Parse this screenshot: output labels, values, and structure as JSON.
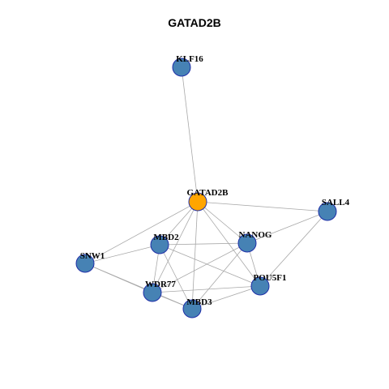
{
  "title": "GATAD2B",
  "colors": {
    "node_fill": "#4682b4",
    "node_stroke": "#1f2fa8",
    "center_fill": "#ffa500",
    "center_stroke": "#555555",
    "edge": "#a8a8a8"
  },
  "graph": {
    "center_node": "GATAD2B",
    "nodes": [
      "KLF16",
      "GATAD2B",
      "SALL4",
      "MBD2",
      "NANOG",
      "SNW1",
      "POU5F1",
      "WDR77",
      "MBD3"
    ],
    "edges": [
      [
        "KLF16",
        "GATAD2B"
      ],
      [
        "GATAD2B",
        "SALL4"
      ],
      [
        "GATAD2B",
        "MBD2"
      ],
      [
        "GATAD2B",
        "NANOG"
      ],
      [
        "GATAD2B",
        "SNW1"
      ],
      [
        "GATAD2B",
        "POU5F1"
      ],
      [
        "GATAD2B",
        "WDR77"
      ],
      [
        "GATAD2B",
        "MBD3"
      ],
      [
        "SALL4",
        "NANOG"
      ],
      [
        "SALL4",
        "POU5F1"
      ],
      [
        "MBD2",
        "NANOG"
      ],
      [
        "MBD2",
        "SNW1"
      ],
      [
        "MBD2",
        "WDR77"
      ],
      [
        "MBD2",
        "MBD3"
      ],
      [
        "MBD2",
        "POU5F1"
      ],
      [
        "NANOG",
        "WDR77"
      ],
      [
        "NANOG",
        "MBD3"
      ],
      [
        "NANOG",
        "POU5F1"
      ],
      [
        "SNW1",
        "WDR77"
      ],
      [
        "SNW1",
        "MBD3"
      ],
      [
        "WDR77",
        "POU5F1"
      ],
      [
        "MBD3",
        "POU5F1"
      ],
      [
        "WDR77",
        "MBD3"
      ]
    ]
  }
}
